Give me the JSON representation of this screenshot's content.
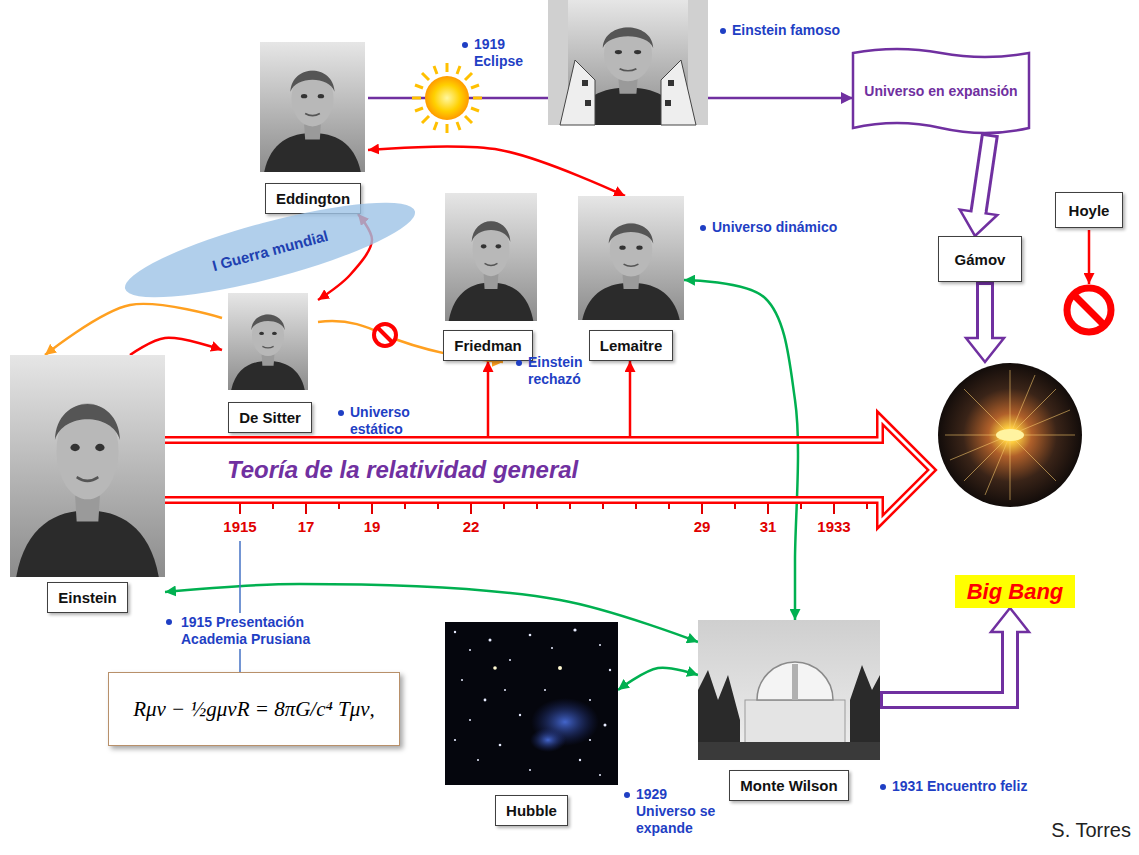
{
  "diagram": {
    "nodes": [
      {
        "text": [
          "Eddington"
        ]
      },
      {
        "text": [
          "Universo en expansión"
        ]
      },
      {
        "text": [
          "I Guerra mundial"
        ]
      },
      {
        "text": [
          "Friedman"
        ]
      },
      {
        "text": [
          "Lemaitre"
        ]
      },
      {
        "text": [
          "Gámov"
        ]
      },
      {
        "text": [
          "Hoyle"
        ]
      },
      {
        "text": [
          "De Sitter"
        ]
      },
      {
        "text": [
          "Teoría de la relatividad general"
        ]
      },
      {
        "text": [
          "Einstein"
        ]
      },
      {
        "text": [
          "Big Bang"
        ]
      },
      {
        "text": [
          "Rμν − ½gμνR = 8πG/c⁴ Tμν,"
        ]
      },
      {
        "text": [
          "Hubble"
        ]
      },
      {
        "text": [
          "Monte Wilson"
        ]
      }
    ],
    "edges": [
      {
        "from": 0,
        "to": 1,
        "arrow": "to"
      },
      {
        "from": 0,
        "to": 4,
        "arrow": "both"
      },
      {
        "from": 7,
        "to": 0,
        "arrow": "both"
      },
      {
        "from": 9,
        "to": 7,
        "arrow": "to"
      },
      {
        "from": 7,
        "to": 9,
        "arrow": "to"
      },
      {
        "from": 8,
        "to": 3,
        "arrow": "to"
      },
      {
        "from": 8,
        "to": 4,
        "arrow": "to"
      },
      {
        "from": 1,
        "to": 5,
        "arrow": "to"
      },
      {
        "from": 5,
        "to": 10,
        "arrow": "to"
      },
      {
        "from": 9,
        "to": 13,
        "arrow": "both"
      },
      {
        "from": 4,
        "to": 13,
        "arrow": "both"
      },
      {
        "from": 12,
        "to": 13,
        "arrow": "both"
      },
      {
        "from": 13,
        "to": 10,
        "arrow": "to"
      }
    ],
    "labels": [
      "1919 Eclipse",
      "Einstein famoso",
      "Universo dinámico",
      "Universo estático",
      "Einstein rechazó",
      "1915",
      "17",
      "19",
      "22",
      "29",
      "31",
      "1933",
      "1915 Presentación Academia Prusiana",
      "1929 Universo se expande",
      "1931 Encuentro feliz",
      "S. Torres"
    ]
  }
}
